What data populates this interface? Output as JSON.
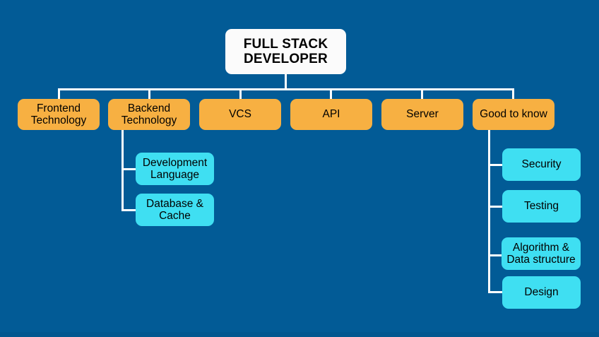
{
  "diagram": {
    "title": "Full Stack Developer Roadmap Tree",
    "background_color": "#025B96",
    "connector_color": "#FFFFFF",
    "root": {
      "label": "FULL STACK\nDEVELOPER",
      "color": "#FBFBFB",
      "text_color": "#000000"
    },
    "level1_color": "#F7B042",
    "level2_color": "#3FDFF2",
    "level1": [
      {
        "id": "frontend",
        "label": "Frontend\nTechnology"
      },
      {
        "id": "backend",
        "label": "Backend\nTechnology"
      },
      {
        "id": "vcs",
        "label": "VCS"
      },
      {
        "id": "api",
        "label": "API"
      },
      {
        "id": "server",
        "label": "Server"
      },
      {
        "id": "good-to-know",
        "label": "Good to know"
      }
    ],
    "backend_children": [
      {
        "id": "development-language",
        "label": "Development\nLanguage"
      },
      {
        "id": "database-cache",
        "label": "Database &\nCache"
      }
    ],
    "good_to_know_children": [
      {
        "id": "security",
        "label": "Security"
      },
      {
        "id": "testing",
        "label": "Testing"
      },
      {
        "id": "algorithm",
        "label": "Algorithm &\nData structure"
      },
      {
        "id": "design",
        "label": "Design"
      }
    ]
  }
}
